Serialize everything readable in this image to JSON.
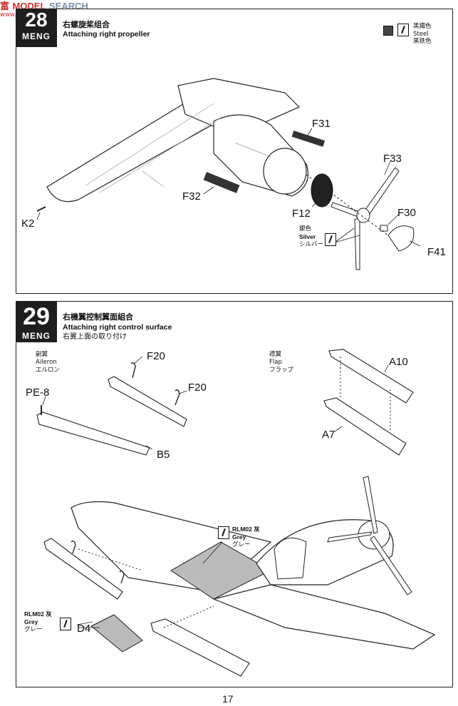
{
  "watermark": {
    "left": "富",
    "mid": "MODEL",
    "right": "SEARCH",
    "sub": "www.hpmodel.net"
  },
  "step28": {
    "title_cn": "右螺旋桨组合",
    "title_en": "Attaching right propeller",
    "paint_steel": {
      "cn": "黑鐵色",
      "en": "Steel",
      "jp": "黒鉄色"
    },
    "paint_silver": {
      "cn": "銀色",
      "en": "Silver",
      "jp": "シルバー"
    },
    "parts": [
      "F31",
      "F33",
      "F32",
      "F12",
      "F30",
      "F41",
      "K2"
    ]
  },
  "step29": {
    "number": "29",
    "brand": "MENG",
    "title_cn": "右機翼控制翼面組合",
    "title_en": "Attaching right control surface",
    "title_jp": "右翼上面の取り付け",
    "aileron": {
      "cn": "副翼",
      "en": "Aileron",
      "jp": "エルロン"
    },
    "flap": {
      "cn": "襟翼",
      "en": "Flap",
      "jp": "フラップ"
    },
    "paint_grey": {
      "code": "RLM02 灰",
      "en": "Grey",
      "jp": "グレー"
    },
    "paint_grey2": {
      "code": "RLM02 灰",
      "en": "Grey",
      "jp": "グレー"
    },
    "parts": [
      "F20",
      "F20",
      "PE-8",
      "A10",
      "A7",
      "B5",
      "D4"
    ]
  },
  "page_number": "17"
}
